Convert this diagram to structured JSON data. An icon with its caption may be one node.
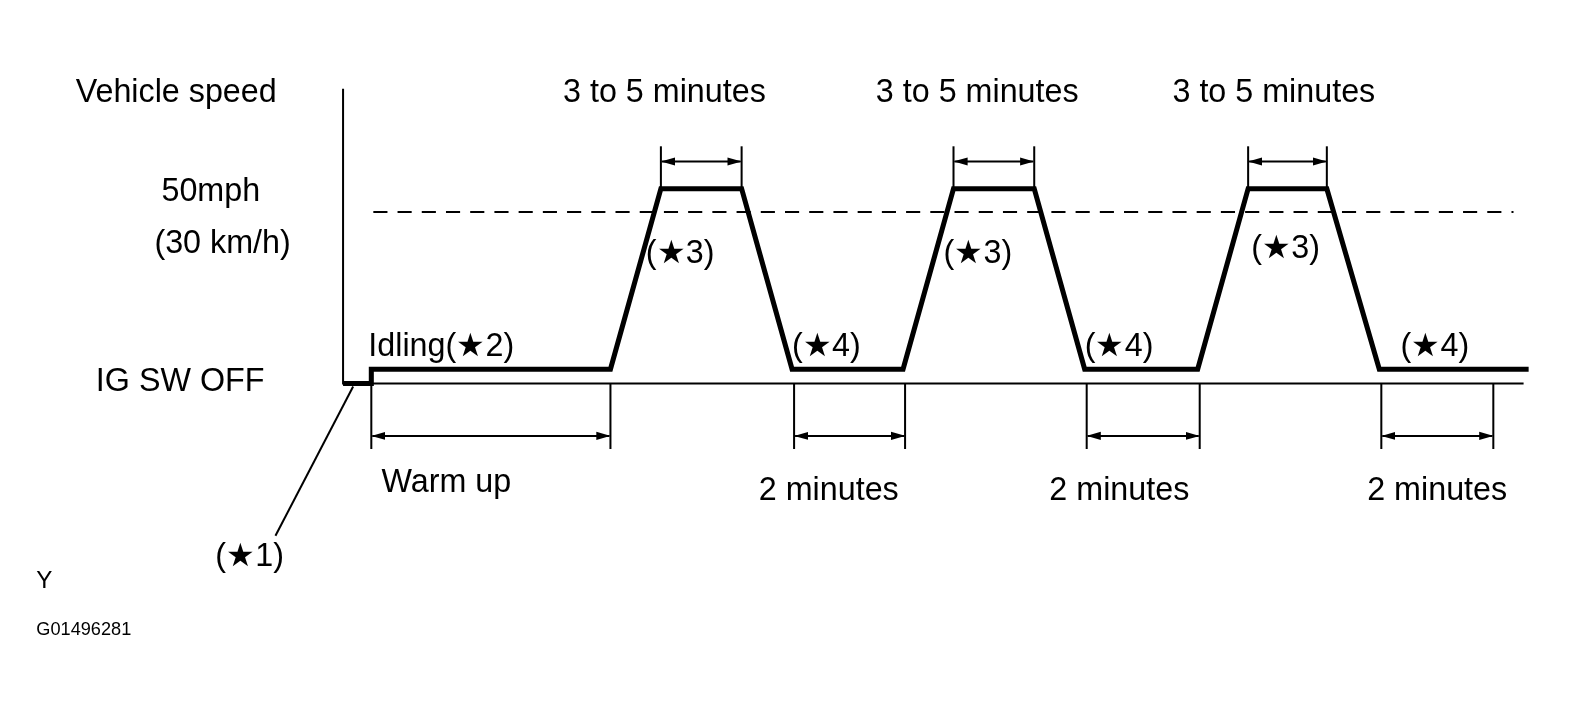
{
  "diagram": {
    "nodes": [
      {
        "text": [
          "(★1)"
        ]
      },
      {
        "text": [],
        "shape": "line"
      }
    ],
    "edges": [
      {
        "from": 0,
        "to": 1,
        "arrow": "none"
      }
    ],
    "labels": [
      "Vehicle speed",
      "3 to 5 minutes",
      "3 to 5 minutes",
      "3 to 5 minutes",
      "50mph",
      "(30 km/h)",
      "(★3)",
      "(★3)",
      "(★3)",
      "Idling(★2)",
      "(★4)",
      "(★4)",
      "(★4)",
      "IG SW OFF",
      "Warm up",
      "2 minutes",
      "2 minutes",
      "2 minutes",
      "Y",
      "G01496281"
    ]
  }
}
